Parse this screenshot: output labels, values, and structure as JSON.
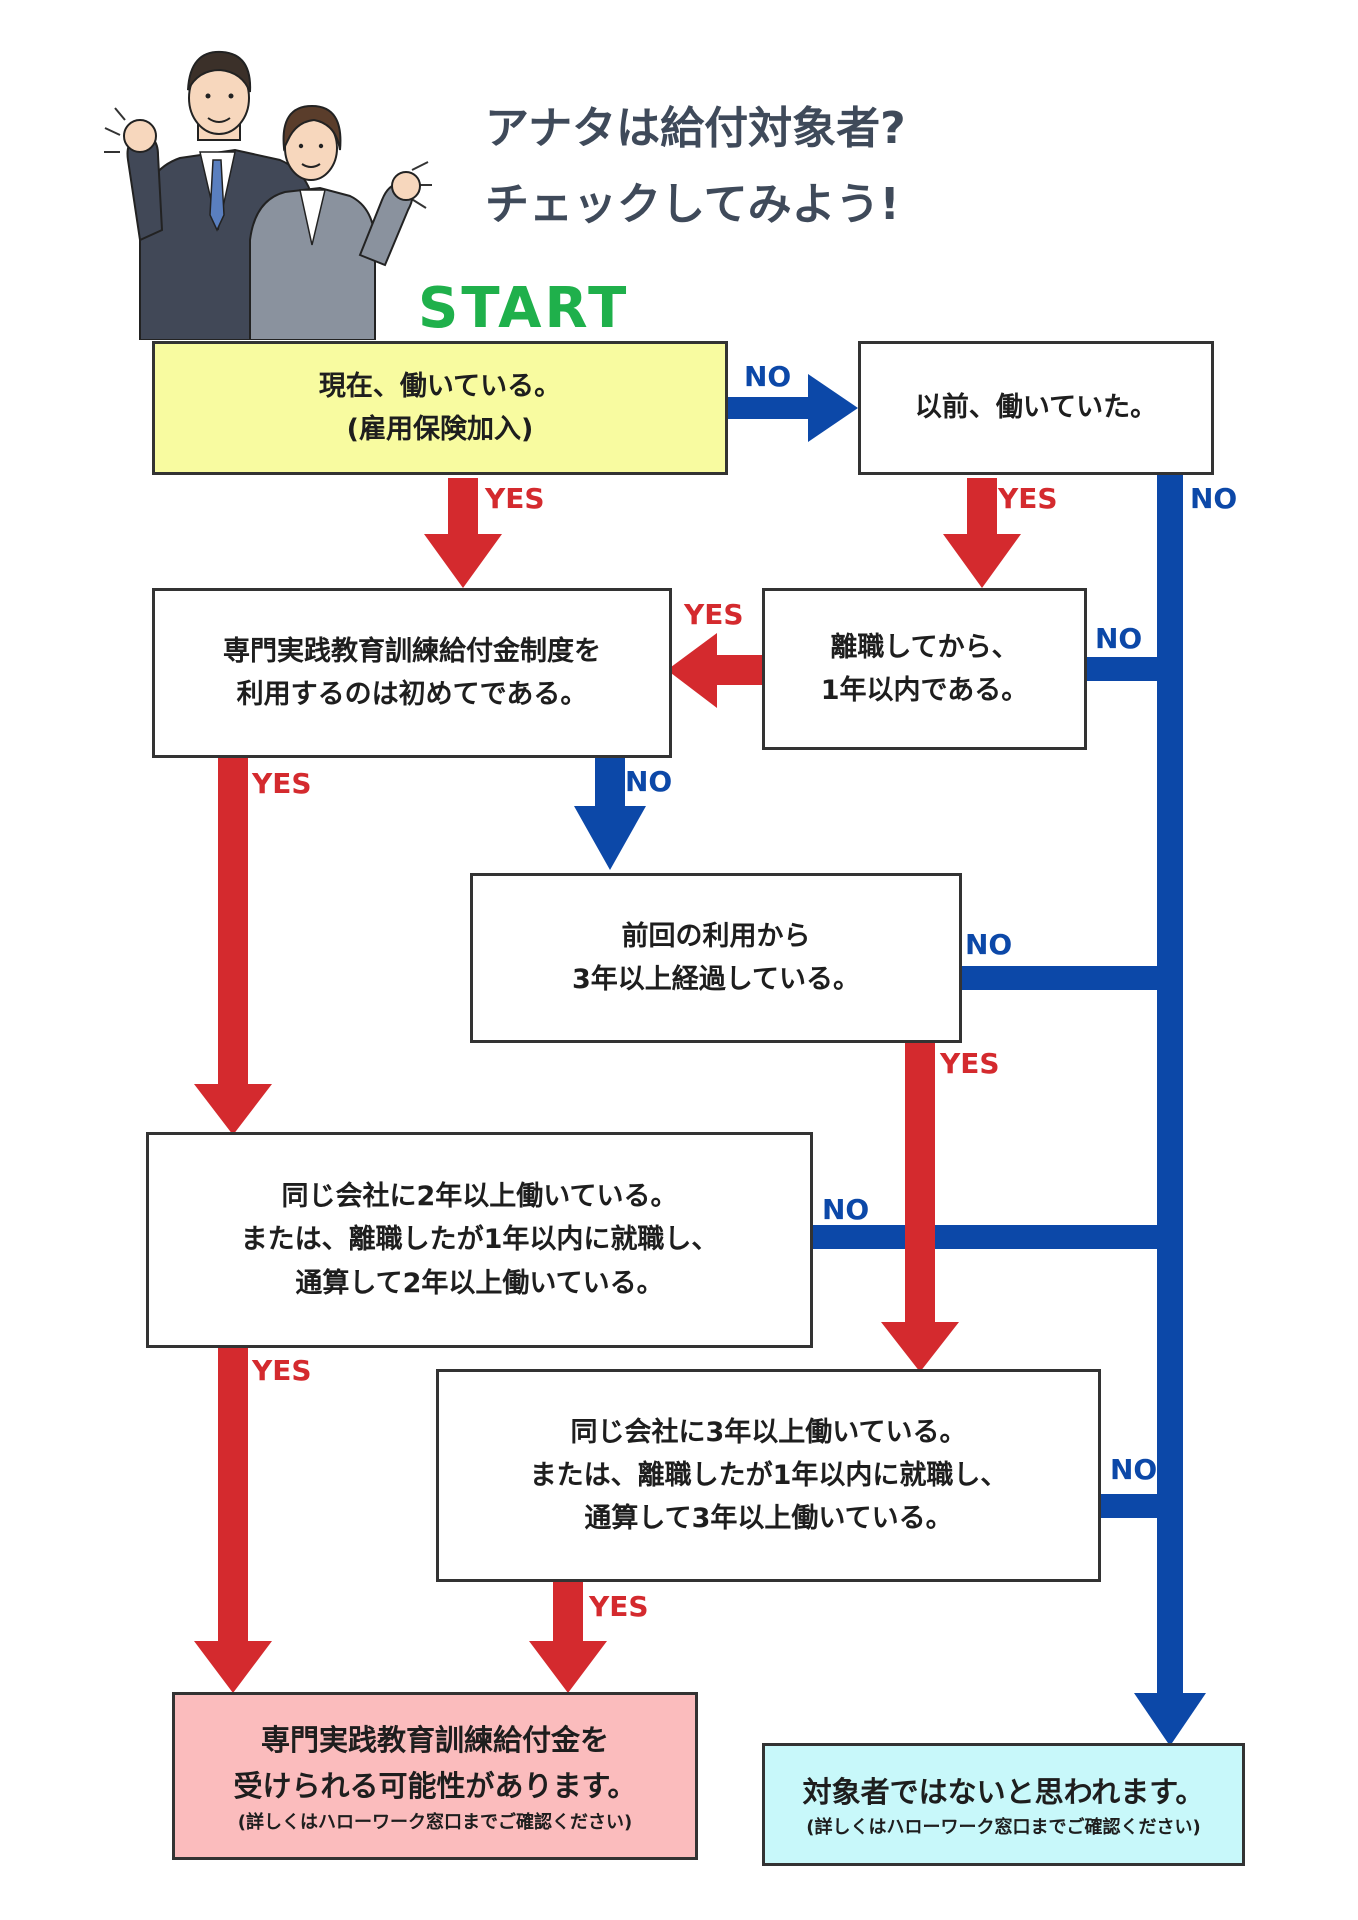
{
  "title": {
    "line1": "アナタは給付対象者?",
    "line2": "チェックしてみよう!"
  },
  "start_label": "START",
  "nodes": {
    "working_now": {
      "lines": [
        "現在、働いている。",
        "(雇用保険加入)"
      ]
    },
    "worked_before": {
      "lines": [
        "以前、働いていた。"
      ]
    },
    "first_time": {
      "lines": [
        "専門実践教育訓練給付金制度を",
        "利用するのは初めてである。"
      ]
    },
    "within_one_year": {
      "lines": [
        "離職してから、",
        "1年以内である。"
      ]
    },
    "three_years_since": {
      "lines": [
        "前回の利用から",
        "3年以上経過している。"
      ]
    },
    "two_years_same_company": {
      "lines": [
        "同じ会社に2年以上働いている。",
        "または、離職したが1年以内に就職し、",
        "通算して2年以上働いている。"
      ]
    },
    "three_years_same_company": {
      "lines": [
        "同じ会社に3年以上働いている。",
        "または、離職したが1年以内に就職し、",
        "通算して3年以上働いている。"
      ]
    },
    "result_eligible": {
      "lines": [
        "専門実践教育訓練給付金を",
        "受けられる可能性があります。"
      ],
      "note": "(詳しくはハローワーク窓口までご確認ください)"
    },
    "result_not_eligible": {
      "lines": [
        "対象者ではないと思われます。"
      ],
      "note": "(詳しくはハローワーク窓口までご確認ください)"
    }
  },
  "labels": {
    "yes": "YES",
    "no": "NO"
  },
  "colors": {
    "yes_arrow": "#d42a2e",
    "no_arrow": "#0c48a8",
    "start_box_fill": "#f8fba0",
    "eligible_fill": "#fbbcbd",
    "not_eligible_fill": "#c8f8fa",
    "title_text": "#3f4a5a",
    "start_text": "#1fb04b"
  },
  "illustration": "two-business-people-cheering"
}
